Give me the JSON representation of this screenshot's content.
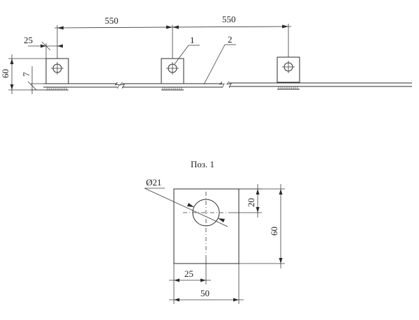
{
  "top_view": {
    "dim_spacing_1": "550",
    "dim_spacing_2": "550",
    "dim_offset": "25",
    "dim_height": "60",
    "dim_thickness": "7",
    "callout_1": "1",
    "callout_2": "2"
  },
  "detail": {
    "title": "Поз. 1",
    "dim_hole": "Ø21",
    "dim_hole_offset": "20",
    "dim_height": "60",
    "dim_center_x": "25",
    "dim_width": "50"
  }
}
